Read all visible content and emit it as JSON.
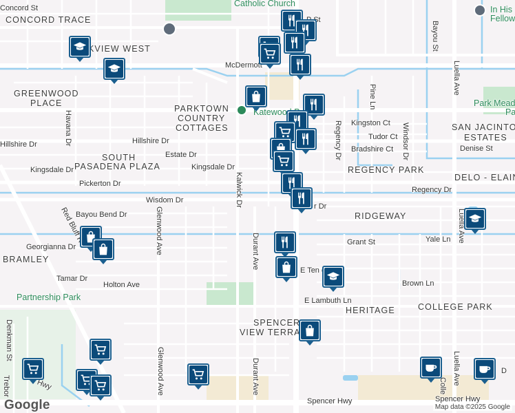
{
  "map": {
    "attribution": "Map data ©2025 Google",
    "logo": "Google",
    "colors": {
      "land": "#f6f3f5",
      "road": "#ffffff",
      "water": "#9ad1f0",
      "park": "#c9e8cf",
      "commercial": "#f3ead4",
      "pin": "#0b4a7a"
    }
  },
  "labels": {
    "concord_st": "Concord St",
    "concord_trace": "CONCORD TRACE",
    "catholic_church": "Catholic Church",
    "in_his": "In His",
    "fellow": "Fellow",
    "oakview_west": "KVIEW WEST",
    "greenwood_place_1": "GREENWOOD",
    "greenwood_place_2": "PLACE",
    "mcdermott": "McDermott",
    "bayou_st": "Bayou St",
    "luella_ave_top": "Luella Ave",
    "parktown_1": "PARKTOWN",
    "parktown_2": "COUNTRY",
    "parktown_3": "COTTAGES",
    "katewood": "Katewood Park",
    "park_meadow_1": "Park Mead",
    "park_meadow_2": "Pa",
    "kingston_ct": "Kingston Ct",
    "tudor_ct": "Tudor Ct",
    "bradshire_ct": "Bradshire Ct",
    "pine_ln": "Pine Ln",
    "windsor_dr": "Windsor Dr",
    "regency_dr_v": "Regency Dr",
    "san_jacinto_1": "SAN JACINTO",
    "san_jacinto_2": "ESTATES",
    "denise_st": "Denise St",
    "hillshire_dr": "Hillshire Dr",
    "hillshire_dr_left": "Hillshire Dr",
    "havana_dr": "Havana Dr",
    "estate_dr": "Estate Dr",
    "south_pasadena_1": "SOUTH",
    "south_pasadena_2": "PASADENA PLAZA",
    "kingsdale_dr_left": "Kingsdale Dr",
    "kingsdale_dr": "Kingsdale Dr",
    "regency_park": "REGENCY PARK",
    "delo_elaine": "DELO - ELAIN",
    "pickerton_dr": "Pickerton Dr",
    "kalwick_dr": "Kalwick Dr",
    "regency_dr": "Regency Dr",
    "wisdom_dr": "Wisdom Dr",
    "tudor_dr": "r Dr",
    "ridgeway": "RIDGEWAY",
    "bayou_bend_dr": "Bayou Bend Dr",
    "red_bluff_rd": "Red Bluff Rd",
    "glenwood_ave_top": "Glenwood Ave",
    "georgianna_dr": "Georgianna Dr",
    "bramley": "BRAMLEY",
    "durant_ave_top": "Durant Ave",
    "grant_st": "Grant St",
    "yale_ln": "Yale Ln",
    "luella_ave": "Luella Ave",
    "tamar_dr": "Tamar Dr",
    "holton_ave": "Holton Ave",
    "e_tennessee_ln": "E Ten      e Ln",
    "brown_ln": "Brown Ln",
    "partnership_park": "Partnership Park",
    "e_lambuth_ln": "E Lambuth Ln",
    "heritage": "HERITAGE",
    "college_park": "COLLEGE PARK",
    "spencer_view_1": "SPENCER",
    "spencer_view_2": "VIEW TERRA",
    "denkman_st": "Denkman St",
    "trebor": "Trebor",
    "spencer_hwy_left": "r Hwy",
    "glenwood_ave": "Glenwood Ave",
    "durant_ave": "Durant Ave",
    "college_v": "Colle",
    "luella_ave_bottom": "Luella Ave",
    "dentler": "D",
    "spencer_hwy_mid": "Spencer Hwy",
    "spencer_hwy_right": "Spencer Hwy",
    "st_suffix": "P St"
  },
  "markers": [
    {
      "type": "restaurant-icon",
      "kind": "restaurant"
    },
    {
      "type": "restaurant-icon",
      "kind": "restaurant"
    },
    {
      "type": "restaurant-icon",
      "kind": "restaurant"
    },
    {
      "type": "cart-icon",
      "kind": "grocery"
    },
    {
      "type": "cart-icon",
      "kind": "grocery"
    },
    {
      "type": "restaurant-icon",
      "kind": "restaurant"
    },
    {
      "type": "graduation-cap-icon",
      "kind": "school"
    },
    {
      "type": "graduation-cap-icon",
      "kind": "school"
    },
    {
      "type": "shopping-bag-icon",
      "kind": "store"
    },
    {
      "type": "restaurant-icon",
      "kind": "restaurant"
    },
    {
      "type": "restaurant-icon",
      "kind": "restaurant"
    },
    {
      "type": "cart-icon",
      "kind": "grocery"
    },
    {
      "type": "restaurant-icon",
      "kind": "restaurant"
    },
    {
      "type": "shopping-bag-icon",
      "kind": "store"
    },
    {
      "type": "cart-icon",
      "kind": "grocery"
    },
    {
      "type": "restaurant-icon",
      "kind": "restaurant"
    },
    {
      "type": "restaurant-icon",
      "kind": "restaurant"
    },
    {
      "type": "graduation-cap-icon",
      "kind": "school"
    },
    {
      "type": "shopping-bag-icon",
      "kind": "store"
    },
    {
      "type": "restaurant-icon",
      "kind": "restaurant"
    },
    {
      "type": "shopping-bag-icon",
      "kind": "store"
    },
    {
      "type": "graduation-cap-icon",
      "kind": "school"
    },
    {
      "type": "shopping-bag-icon",
      "kind": "store"
    },
    {
      "type": "shopping-bag-icon",
      "kind": "store"
    },
    {
      "type": "cart-icon",
      "kind": "grocery"
    },
    {
      "type": "cart-icon",
      "kind": "grocery"
    },
    {
      "type": "cart-icon",
      "kind": "grocery"
    },
    {
      "type": "cart-icon",
      "kind": "grocery"
    },
    {
      "type": "cart-icon",
      "kind": "grocery"
    },
    {
      "type": "coffee-cup-icon",
      "kind": "cafe"
    },
    {
      "type": "coffee-cup-icon",
      "kind": "cafe"
    }
  ]
}
